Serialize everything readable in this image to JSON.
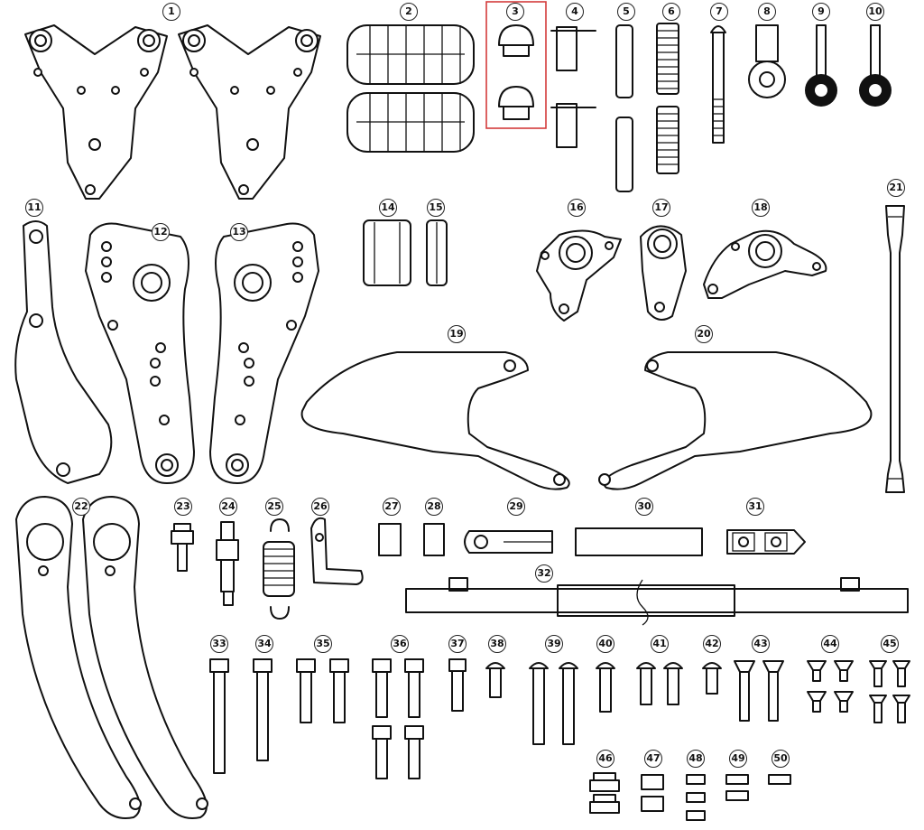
{
  "labels": [
    "1",
    "2",
    "3",
    "4",
    "5",
    "6",
    "7",
    "8",
    "9",
    "10",
    "11",
    "12",
    "13",
    "14",
    "15",
    "16",
    "17",
    "18",
    "19",
    "20",
    "21",
    "22",
    "23",
    "24",
    "25",
    "26",
    "27",
    "28",
    "29",
    "30",
    "31",
    "32",
    "33",
    "34",
    "35",
    "36",
    "37",
    "38",
    "39",
    "40",
    "41",
    "42",
    "43",
    "44",
    "45",
    "46",
    "47",
    "48",
    "49",
    "50"
  ],
  "highlight": {
    "label": "3",
    "color": "#d43b3b"
  },
  "colors": {
    "line": "#111111",
    "background": "#ffffff"
  }
}
